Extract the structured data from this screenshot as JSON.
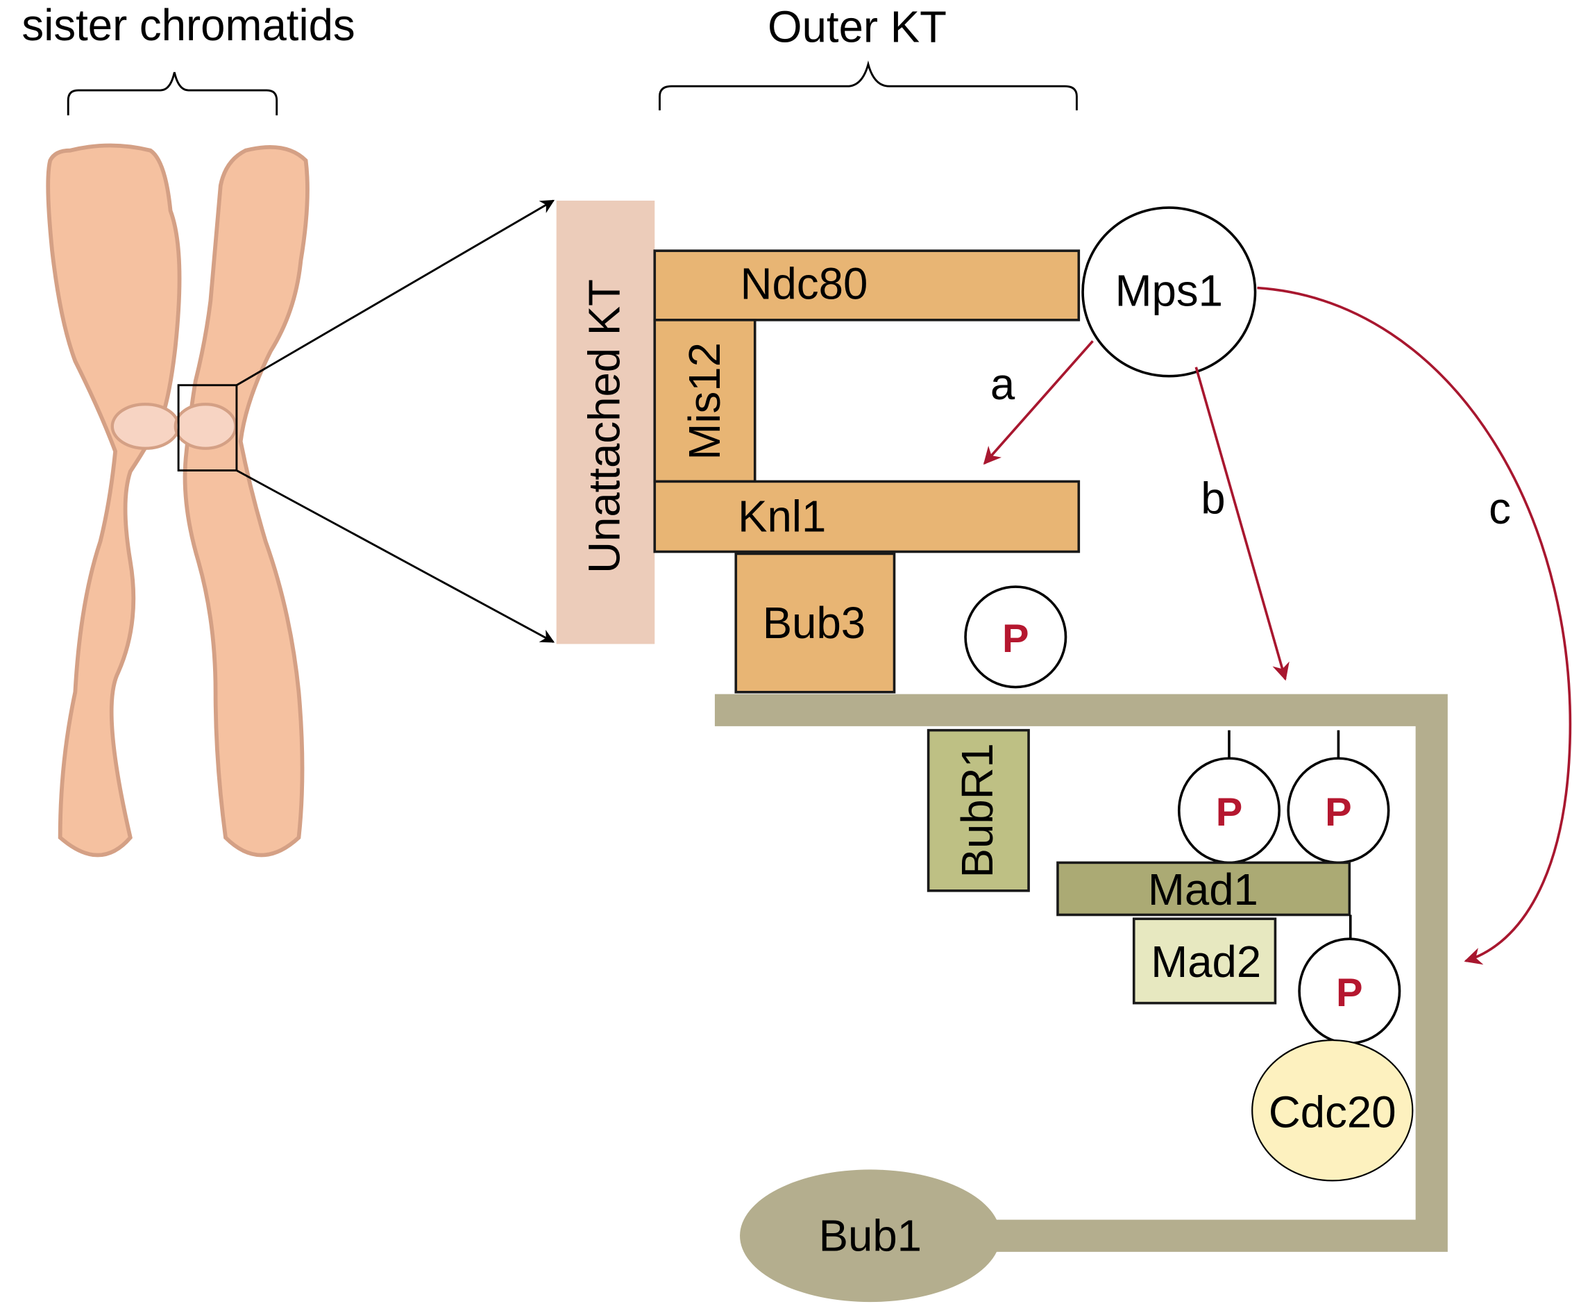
{
  "title_labels": {
    "sister_chromatids": "sister chromatids",
    "outer_kt": "Outer KT",
    "unattached_kt": "Unattached KT"
  },
  "proteins": {
    "ndc80": "Ndc80",
    "mis12": "Mis12",
    "knl1": "Knl1",
    "bub3": "Bub3",
    "bubr1": "BubR1",
    "mad1": "Mad1",
    "mad2": "Mad2",
    "cdc20": "Cdc20",
    "bub1": "Bub1",
    "mps1": "Mps1"
  },
  "phospho_label": "P",
  "pathways": [
    {
      "id": "a",
      "label": "a"
    },
    {
      "id": "b",
      "label": "b"
    },
    {
      "id": "c",
      "label": "c"
    }
  ],
  "colors": {
    "chromatid_fill": "#f5c1a0",
    "chromatid_shadow": "#e8b396",
    "chromatid_edge": "#d4a085",
    "centromere": "#f7d4c3",
    "unattached_kt": "#ecccba",
    "outer_kt_orange": "#e8b574",
    "bub1_scaffold": "#b4ae8e",
    "bubr1": "#bec084",
    "mad1": "#abaa74",
    "mad2": "#e7e8c0",
    "cdc20": "#fdf1bf",
    "arrow_red": "#a8172f",
    "phospho_red": "#b5172f"
  }
}
